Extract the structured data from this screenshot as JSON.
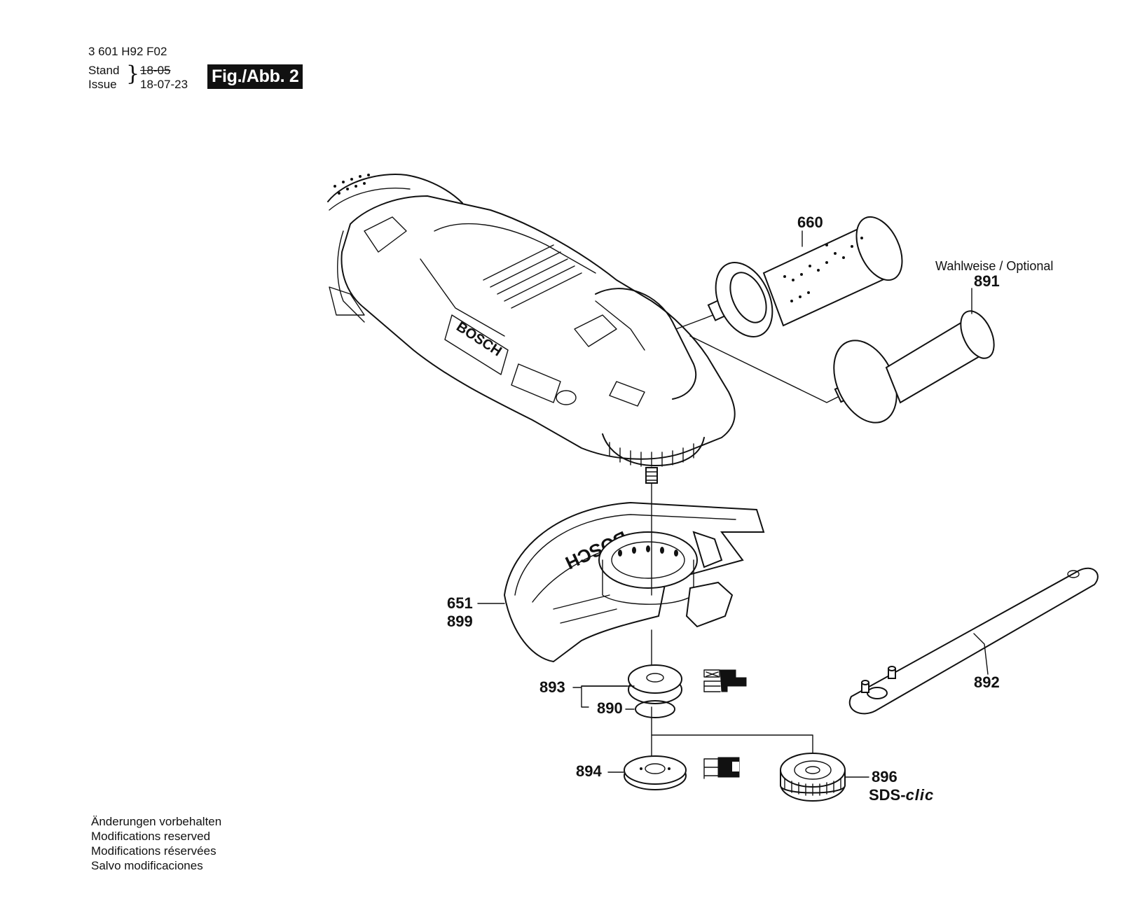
{
  "header": {
    "part_number": "3 601 H92 F02",
    "stand_label": "Stand",
    "issue_label": "Issue",
    "old_date": "18-05",
    "date": "18-07-23",
    "figure_badge": "Fig./Abb. 2"
  },
  "callouts": {
    "c660": "660",
    "optional_note": "Wahlweise / Optional",
    "c891": "891",
    "c651": "651",
    "c899": "899",
    "c892": "892",
    "c893": "893",
    "c890": "890",
    "c894": "894",
    "c896": "896",
    "sds_prefix": "SDS-",
    "sds_suffix": "clic"
  },
  "footer": {
    "line_de": "Änderungen vorbehalten",
    "line_en": "Modifications reserved",
    "line_fr": "Modifications réservées",
    "line_es": "Salvo modificaciones"
  },
  "brand_text": "BOSCH",
  "colors": {
    "ink": "#111111",
    "paper": "#ffffff"
  }
}
